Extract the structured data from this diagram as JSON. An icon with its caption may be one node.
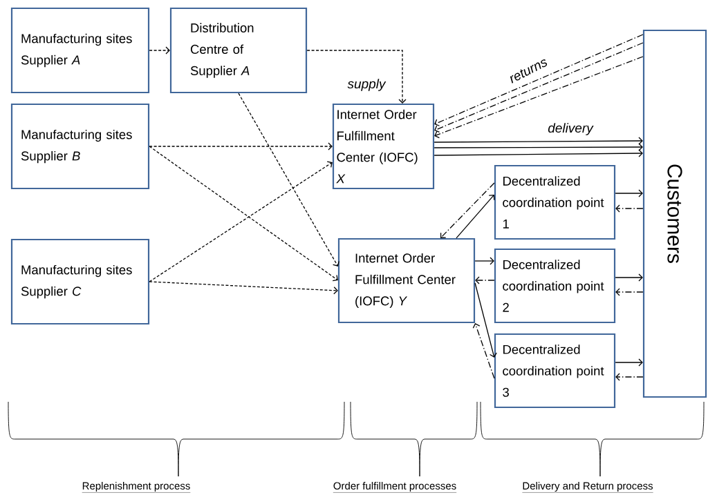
{
  "diagram": {
    "nodes": [
      {
        "text": [
          "Manufacturing sites Supplier *A*"
        ]
      },
      {
        "text": [
          "Distribution Centre of Supplier *A*"
        ]
      },
      {
        "text": [
          "Manufacturing sites Supplier *B*"
        ]
      },
      {
        "text": [
          "Internet Order Fulfillment Center (IOFC) *X*"
        ]
      },
      {
        "text": [
          "Manufacturing sites Supplier *C*"
        ]
      },
      {
        "text": [
          "Internet Order Fulfillment Center (IOFC) *Y*"
        ]
      },
      {
        "text": [
          "Decentralized coordination point 1"
        ]
      },
      {
        "text": [
          "Decentralized coordination point 2"
        ]
      },
      {
        "text": [
          "Decentralized coordination point 3"
        ]
      },
      {
        "text": [
          "Customers"
        ]
      }
    ],
    "edges": [
      {
        "from": 0,
        "to": 1,
        "arrow": "to",
        "style": "dashed"
      },
      {
        "from": 1,
        "to": 3,
        "arrow": "to",
        "style": "dashed",
        "label": "supply"
      },
      {
        "from": 1,
        "to": 5,
        "arrow": "to",
        "style": "dashed"
      },
      {
        "from": 2,
        "to": 3,
        "arrow": "to",
        "style": "dashed"
      },
      {
        "from": 2,
        "to": 5,
        "arrow": "to",
        "style": "dashed"
      },
      {
        "from": 4,
        "to": 3,
        "arrow": "to",
        "style": "dashed"
      },
      {
        "from": 4,
        "to": 5,
        "arrow": "to",
        "style": "dashed"
      },
      {
        "from": 9,
        "to": 3,
        "arrow": "to",
        "style": "dashed",
        "label": "returns"
      },
      {
        "from": 9,
        "to": 3,
        "arrow": "to",
        "style": "dashed"
      },
      {
        "from": 9,
        "to": 3,
        "arrow": "to",
        "style": "dashed"
      },
      {
        "from": 3,
        "to": 9,
        "arrow": "to",
        "label": "delivery"
      },
      {
        "from": 3,
        "to": 9,
        "arrow": "to"
      },
      {
        "from": 3,
        "to": 9,
        "arrow": "to"
      },
      {
        "from": 5,
        "to": 6,
        "arrow": "to"
      },
      {
        "from": 6,
        "to": 5,
        "arrow": "to",
        "style": "dashed"
      },
      {
        "from": 5,
        "to": 7,
        "arrow": "to"
      },
      {
        "from": 7,
        "to": 5,
        "arrow": "to",
        "style": "dashed"
      },
      {
        "from": 5,
        "to": 8,
        "arrow": "to"
      },
      {
        "from": 8,
        "to": 5,
        "arrow": "to",
        "style": "dashed"
      },
      {
        "from": 6,
        "to": 9,
        "arrow": "to"
      },
      {
        "from": 7,
        "to": 9,
        "arrow": "to"
      },
      {
        "from": 8,
        "to": 9,
        "arrow": "to"
      },
      {
        "from": 9,
        "to": 6,
        "arrow": "to",
        "style": "dashed"
      },
      {
        "from": 9,
        "to": 7,
        "arrow": "to",
        "style": "dashed"
      },
      {
        "from": 9,
        "to": 8,
        "arrow": "to",
        "style": "dashed"
      }
    ],
    "labels": [
      "Replenishment process",
      "Order fulfillment processes",
      "Delivery and Return process"
    ]
  }
}
